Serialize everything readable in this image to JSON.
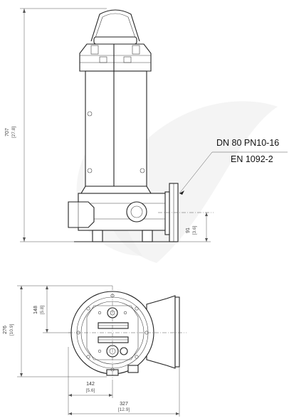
{
  "colors": {
    "line": "#222222",
    "watermark": "#ececec",
    "background": "#ffffff"
  },
  "callout": {
    "line1": "DN 80 PN10-16",
    "line2": "EN 1092-2"
  },
  "dimensions": {
    "overall_height": {
      "value": "707",
      "inch": "[27.8]"
    },
    "flange_height": {
      "value": "91",
      "inch": "[3.6]"
    },
    "top_offset": {
      "value": "148",
      "inch": "[5.8]"
    },
    "total_depth": {
      "value": "276",
      "inch": "[10.9]"
    },
    "center_offset": {
      "value": "142",
      "inch": "[5.6]"
    },
    "total_width": {
      "value": "327",
      "inch": "[12.9]"
    }
  }
}
